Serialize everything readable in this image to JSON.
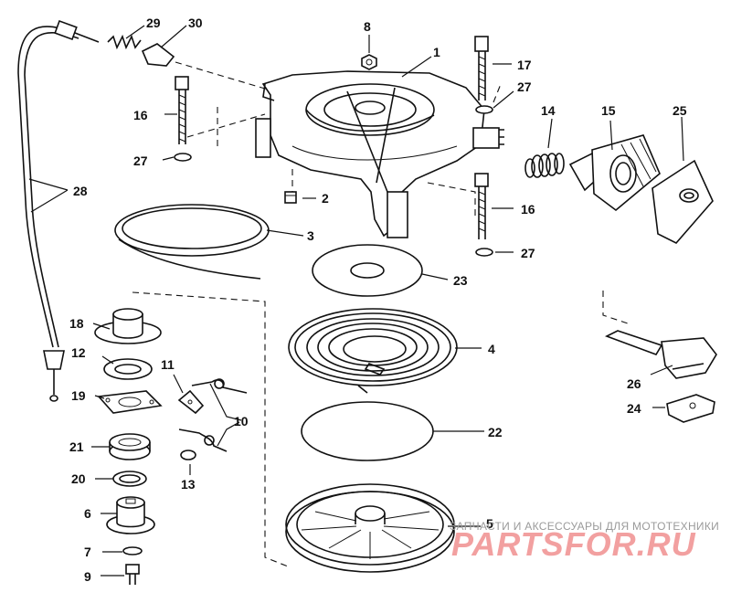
{
  "callouts": {
    "n1": "1",
    "n2": "2",
    "n3": "3",
    "n4": "4",
    "n5": "5",
    "n6": "6",
    "n7": "7",
    "n8": "8",
    "n9": "9",
    "n10": "10",
    "n11": "11",
    "n12": "12",
    "n13": "13",
    "n14": "14",
    "n15": "15",
    "n16a": "16",
    "n16b": "16",
    "n17": "17",
    "n18": "18",
    "n19": "19",
    "n20": "20",
    "n21": "21",
    "n22": "22",
    "n23": "23",
    "n24": "24",
    "n25": "25",
    "n26": "26",
    "n27a": "27",
    "n27b": "27",
    "n27c": "27",
    "n28": "28",
    "n29": "29",
    "n30": "30"
  },
  "watermark": {
    "tagline": "ЗАПЧАСТИ И АКСЕССУАРЫ ДЛЯ МОТОТЕХНИКИ",
    "brand": "PARTSFOR.RU"
  },
  "colors": {
    "ink": "#111111",
    "watermark_brand": "#f2a0a0",
    "watermark_text": "#9a9a9a"
  }
}
